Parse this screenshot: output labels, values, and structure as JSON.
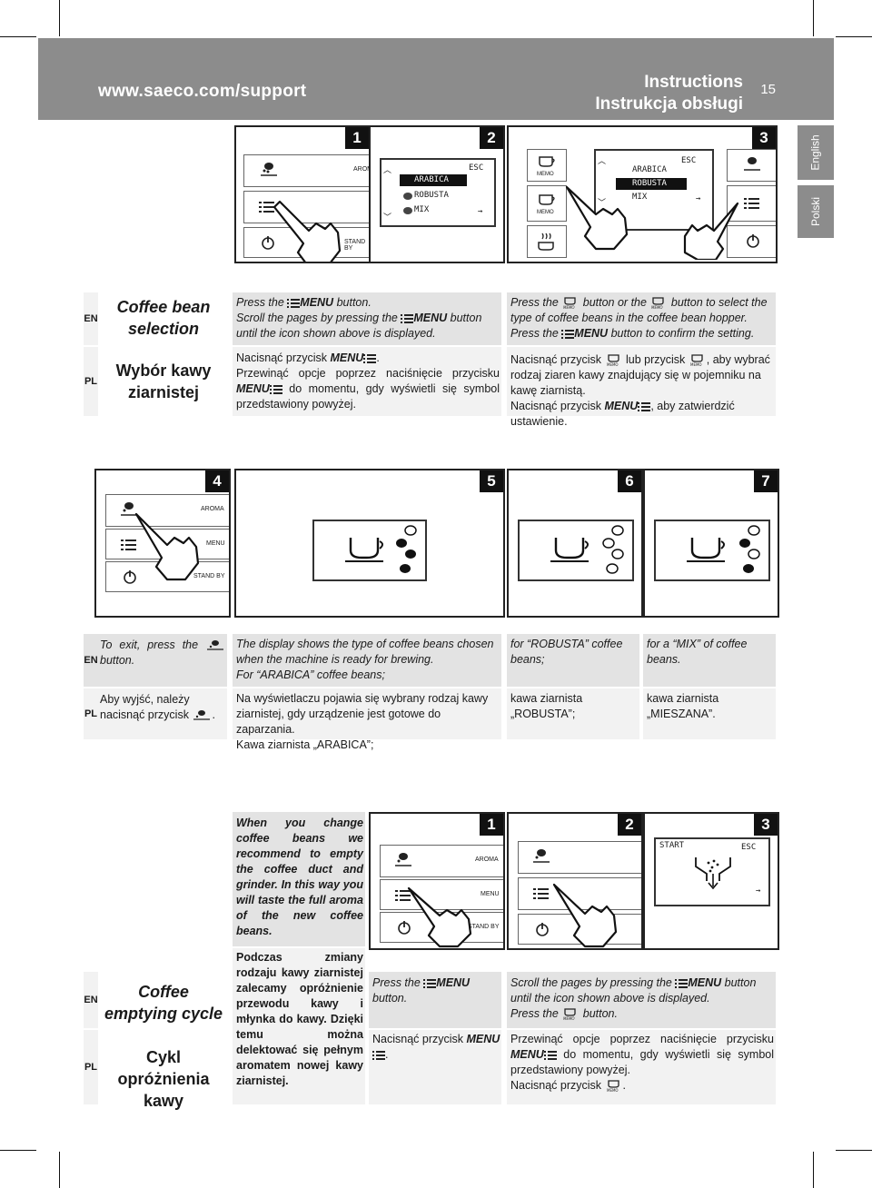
{
  "header": {
    "url": "www.saeco.com/support",
    "title_en": "Instructions",
    "title_pl": "Instrukcja obsługi",
    "page_number": "15"
  },
  "side_tabs": {
    "english": "English",
    "polski": "Polski"
  },
  "lang": {
    "en": "EN",
    "pl": "PL"
  },
  "panel_numbers": [
    "1",
    "2",
    "3",
    "4",
    "5",
    "6",
    "7"
  ],
  "buttons": {
    "aroma": "AROMA",
    "menu": "MENU",
    "standby": "STAND BY",
    "memo": "MEMO",
    "esc": "ESC",
    "start": "START"
  },
  "lcd_options": [
    "ARABICA",
    "ROBUSTA",
    "MIX"
  ],
  "section1": {
    "title_en": "Coffee bean selection",
    "title_pl": "Wybór kawy ziarnistej",
    "col1_en_a": "Press the ",
    "col1_en_b": "MENU",
    "col1_en_c": " button.",
    "col1_en_d": "Scroll the pages by pressing the ",
    "col1_en_e": "MENU",
    "col1_en_f": " button until the icon shown above is displayed.",
    "col1_pl_a": "Nacisnąć przycisk ",
    "col1_pl_b": "MENU",
    "col1_pl_c": ".",
    "col1_pl_d": "Przewinąć opcje poprzez naciśnięcie przycisku ",
    "col1_pl_e": "MENU",
    "col1_pl_f": " do momentu, gdy wyświetli się symbol przedstawiony powyżej.",
    "col2_en_a": "Press the ",
    "col2_en_b": " button or the ",
    "col2_en_c": " button to select the type of coffee beans in the coffee bean hopper.",
    "col2_en_d": "Press the ",
    "col2_en_e": "MENU",
    "col2_en_f": " button to confirm the setting.",
    "col2_pl_a": "Nacisnąć przycisk ",
    "col2_pl_b": " lub przycisk ",
    "col2_pl_c": ", aby wybrać rodzaj ziaren kawy znajdujący się w pojemniku na kawę ziarnistą.",
    "col2_pl_d": "Nacisnąć przycisk ",
    "col2_pl_e": "MENU",
    "col2_pl_f": ", aby zatwierdzić ustawienie."
  },
  "section2": {
    "exit_en_a": "To exit, press the ",
    "exit_en_b": " button.",
    "exit_pl_a": "Aby wyjść, należy nacisnąć przycisk ",
    "exit_pl_b": ".",
    "display_en": "The display shows the type of coffee beans chosen when the machine is ready for brewing.",
    "display_en2": "For “ARABICA” coffee beans;",
    "display_pl": "Na wyświetlaczu pojawia się wybrany rodzaj kawy ziarnistej, gdy urządzenie jest gotowe do zaparzania.",
    "display_pl2": "Kawa ziarnista „ARABICA”;",
    "robusta_en": "for “ROBUSTA” coffee beans;",
    "robusta_pl": "kawa ziarnista „ROBUSTA”;",
    "mix_en": "for a “MIX” of coffee beans.",
    "mix_pl": "kawa ziarnista „MIESZANA”."
  },
  "section3": {
    "title_en": "Coffee emptying cycle",
    "title_pl": "Cykl opróżnienia kawy",
    "note_en": "When you change coffee beans we recommend to empty the coffee duct and grinder. In this way you will taste the full aroma of the new coffee beans.",
    "note_pl": "Podczas zmiany rodzaju kawy ziarnistej zalecamy opróżnienie przewodu kawy i młynka do kawy. Dzięki temu można delektować się pełnym aromatem nowej kawy ziarnistej.",
    "col1_en_a": "Press the ",
    "col1_en_b": "MENU",
    "col1_en_c": " button.",
    "col1_pl_a": "Nacisnąć przycisk ",
    "col1_pl_b": "MENU",
    "col1_pl_c": ".",
    "col2_en_a": "Scroll the pages by pressing the ",
    "col2_en_b": "MENU",
    "col2_en_c": " button until the icon shown above is displayed.",
    "col2_en_d": "Press the ",
    "col2_en_e": " button.",
    "col2_pl_a": "Przewinąć opcje poprzez naciśnięcie przycisku ",
    "col2_pl_b": "MENU",
    "col2_pl_c": " do momentu, gdy wyświetli się symbol przedstawiony powyżej.",
    "col2_pl_d": "Nacisnąć przycisk ",
    "col2_pl_e": "."
  }
}
